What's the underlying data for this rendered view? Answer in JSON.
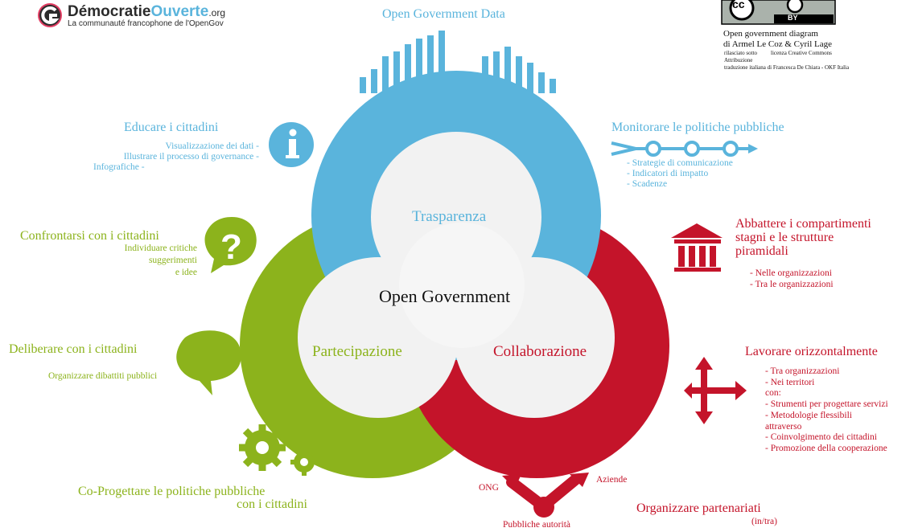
{
  "logo": {
    "name_bold": "Démocratie",
    "name_colored": "Ouverte",
    "name_suffix": ".org",
    "tagline": "La communauté francophone de l'OpenGov"
  },
  "license": {
    "badge_cc": "cc",
    "badge_by": "BY",
    "line1": "Open government diagram",
    "line2": "di  Armel Le Coz   &   Cyril  Lage",
    "line3a": "rilasciato sotto",
    "line3b": "licenza Creative Commons",
    "line4": "Attribuzione",
    "line5": "traduzione italiana di Francesca De Chiara - OKF Italia"
  },
  "center": {
    "title": "Open Government",
    "transparency": "Trasparenza",
    "participation": "Partecipazione",
    "collaboration": "Collaborazione"
  },
  "top": {
    "title": "Open Government Data"
  },
  "educate": {
    "title": "Educare i cittadini",
    "items": [
      "Visualizzazione dei dati -",
      "Illustrare il processo di governance -",
      "Infografiche -"
    ]
  },
  "monitor": {
    "title": "Monitorare le politiche pubbliche",
    "items": [
      "- Strategie di comunicazione",
      "- Indicatori di impatto",
      "- Scadenze"
    ]
  },
  "confront": {
    "title": "Confrontarsi con i cittadini",
    "items": [
      "Individuare critiche",
      "suggerimenti",
      "e idee"
    ]
  },
  "deliberate": {
    "title": "Deliberare con i cittadini",
    "items": [
      "Organizzare dibattiti pubblici"
    ]
  },
  "coproject": {
    "title_line1": "Co-Progettare le politiche pubbliche",
    "title_line2": "con i cittadini"
  },
  "silos": {
    "title_line1": "Abbattere i compartimenti",
    "title_line2": "stagni e le strutture",
    "title_line3": "piramidali",
    "items": [
      "- Nelle organizzazioni",
      "- Tra le organizzazioni"
    ]
  },
  "horizontal": {
    "title": "Lavorare orizzontalmente",
    "items": [
      "- Tra organizzazioni",
      "- Nei territori",
      "con:",
      "- Strumenti per progettare servizi",
      "- Metodologie flessibili",
      "attraverso",
      "- Coinvolgimento dei cittadini",
      "- Promozione della cooperazione"
    ]
  },
  "partnership": {
    "title": "Organizzare partenariati",
    "subtitle": "(in/tra)",
    "ong": "ONG",
    "companies": "Aziende",
    "authorities": "Pubbliche autorità"
  },
  "colors": {
    "blue": "#5ab4dc",
    "green": "#8cb31c",
    "red": "#c4142a",
    "light": "#f2f2f2"
  }
}
